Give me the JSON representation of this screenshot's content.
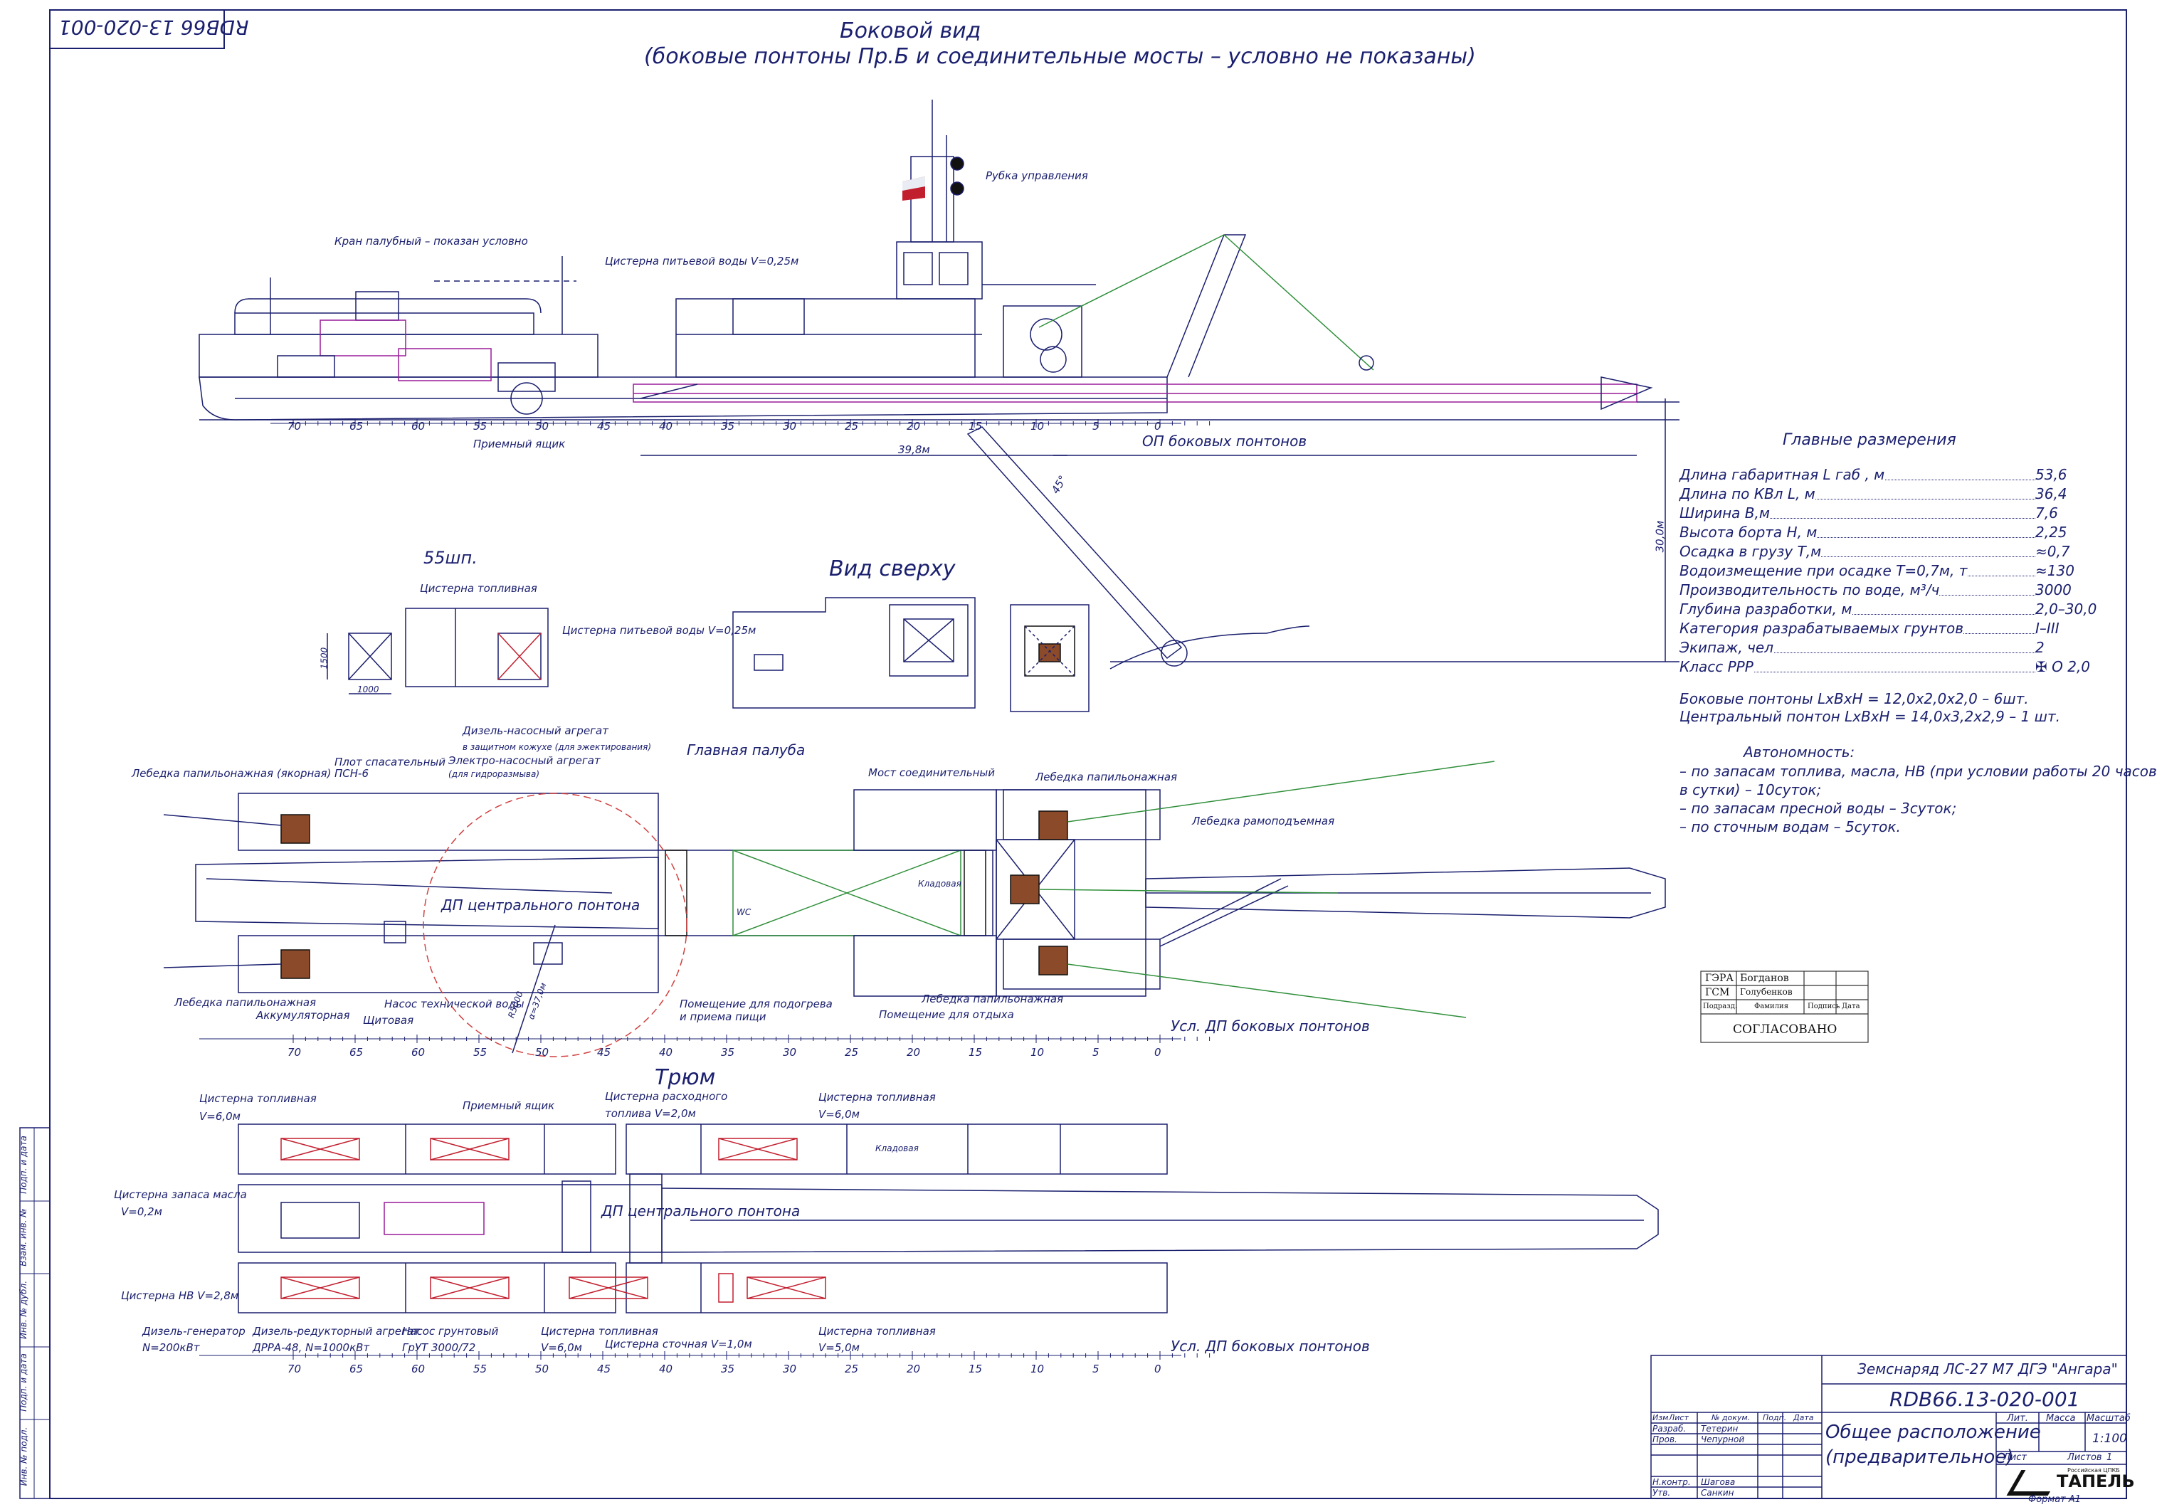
{
  "doc_code_rotated": "RDB66 13-020-001",
  "side_view": {
    "title": "Боковой вид",
    "subtitle": "(боковые понтоны Пр.Б и соединительные мосты – условно не показаны)",
    "labels": {
      "crane": "Кран палубный – показан условно",
      "water_tank": "Цистерна питьевой воды V=0,25м",
      "wheelhouse": "Рубка управления",
      "intake_box": "Приемный ящик",
      "dp_line": "ОП боковых понтонов",
      "len_39": "39,8м",
      "angle": "45°",
      "depth_30": "30,0м"
    },
    "scale_ticks": [
      "70",
      "65",
      "60",
      "55",
      "50",
      "45",
      "40",
      "35",
      "30",
      "25",
      "20",
      "15",
      "10",
      "5",
      "0"
    ]
  },
  "section_55": {
    "title": "55шп.",
    "tank": "Цистерна топливная",
    "dim_1500": "1500",
    "dim_1000": "1000"
  },
  "top_view": {
    "title": "Вид сверху",
    "water_tank": "Цистерна питьевой воды V=0,25м"
  },
  "main_deck": {
    "title": "Главная палуба",
    "labels": {
      "winch_anchor": "Лебедка папильонажная (якорная)",
      "raft": "Плот спасательный",
      "raft_model": "ПСН-6",
      "diesel_pump": "Дизель-насосный агрегат",
      "diesel_pump_note": "в защитном кожухе (для эжектирования)",
      "electro_pump": "Электро-насосный агрегат",
      "electro_pump_note": "(для гидроразмыва)",
      "bridge": "Мост соединительный",
      "winch_right_top": "Лебедка папильонажная",
      "winch_ram": "Лебедка рамоподъемная",
      "dp_central": "ДП центрального понтона",
      "pantry": "Кладовая",
      "wc": "WC",
      "winch_left_bottom": "Лебедка папильонажная",
      "battery": "Аккумуляторная",
      "switchboard": "Щитовая",
      "tech_pump": "Насос технической воды",
      "room_heat": "Помещение для подогрева",
      "room_heat2": "и приема пищи",
      "room_rest": "Помещение для отдыха",
      "winch_right_bottom": "Лебедка папильонажная",
      "r_label": "R5000",
      "r_label2": "α=37,0м",
      "dp_line": "Усл. ДП боковых понтонов"
    }
  },
  "hold": {
    "title": "Трюм",
    "labels": {
      "fuel_tank_l": "Цистерна топливная",
      "fuel_tank_l_v": "V=6,0м",
      "intake": "Приемный ящик",
      "consumable": "Цистерна расходного",
      "consumable_v": "топлива V=2,0м",
      "fuel_tank_r": "Цистерна топливная",
      "fuel_tank_r_v": "V=6,0м",
      "pantry": "Кладовая",
      "oil_tank": "Цистерна запаса масла",
      "oil_tank_v": "V=0,2м",
      "dp_central": "ДП центрального понтона",
      "nv_tank": "Цистерна НВ V=2,8м",
      "generator": "Дизель-генератор",
      "generator_p": "N=200кВт",
      "reducer": "Дизель-редукторный агрегат",
      "reducer_p": "ДРРА-48, N=1000кВт",
      "ground_pump": "Насос грунтовый",
      "ground_pump_m": "ГрУТ 3000/72",
      "fuel_bl": "Цистерна топливная",
      "fuel_bl_v": "V=6,0м",
      "sewage": "Цистерна сточная V=1,0м",
      "fuel_br": "Цистерна топливная",
      "fuel_br_v": "V=5,0м",
      "dp_line": "Усл. ДП боковых понтонов"
    }
  },
  "main_dims": {
    "title": "Главные размерения",
    "rows": [
      {
        "name": "Длина габаритная L габ , м",
        "value": "53,6"
      },
      {
        "name": "Длина по КВл L, м",
        "value": "36,4"
      },
      {
        "name": "Ширина В,м",
        "value": "7,6"
      },
      {
        "name": "Высота борта Н, м",
        "value": "2,25"
      },
      {
        "name": "Осадка в грузу Т,м",
        "value": "≈0,7"
      },
      {
        "name": "Водоизмещение при осадке Т=0,7м, т",
        "value": "≈130"
      },
      {
        "name": "Производительность по воде, м³/ч",
        "value": "3000"
      },
      {
        "name": "Глубина разработки, м",
        "value": "2,0–30,0"
      },
      {
        "name": "Категория разрабатываемых грунтов",
        "value": "I–III"
      },
      {
        "name": "Экипаж, чел",
        "value": "2"
      },
      {
        "name": "Класс РРР",
        "value": "✠ О 2,0"
      }
    ],
    "pontoons_side": "Боковые понтоны LxBxH = 12,0x2,0x2,0 – 6шт.",
    "pontoon_central": "Центральный понтон LxBxH = 14,0x3,2x2,9 – 1 шт.",
    "autonomy_title": "Автономность:",
    "autonomy": [
      "– по запасам топлива, масла, НВ  (при условии работы 20 часов",
      "в сутки) – 10суток;",
      "– по запасам пресной воды – 3суток;",
      "– по сточным водам – 5суток."
    ]
  },
  "approval": {
    "org1": "ГЭРА",
    "org2": "ГСМ",
    "name1": "Богданов",
    "name2": "Голубенков",
    "col_div": "Подразд.",
    "col_name": "Фамилия",
    "col_sign": "Подпись",
    "col_date": "Дата",
    "agreed": "СОГЛАСОВАНО"
  },
  "title_block": {
    "project": "Земснаряд ЛС-27 М7 ДГЭ \"Ангара\"",
    "code": "RDB66.13-020-001",
    "name_line1": "Общее расположение",
    "name_line2": "(предварительное)",
    "head": [
      "Изм",
      "Лист",
      "№ докум.",
      "Подп.",
      "Дата"
    ],
    "role_dev": "Разраб.",
    "dev": "Тетерин",
    "role_chk": "Пров.",
    "chk": "Чепурной",
    "role_nk": "Н.контр.",
    "nk": "Шагова",
    "role_app": "Утв.",
    "app": "Санкин",
    "lit": "Лит.",
    "mass": "Масса",
    "scale_h": "Масштаб",
    "scale": "1:100",
    "sheet": "Лист",
    "sheets": "Листов",
    "sheets_n": "1",
    "logo": "ТАПЕЛЬ",
    "logo_sub": "Российская ЦПКБ",
    "format": "Формат    А1"
  },
  "side_stamps": [
    "Подп. и дата",
    "Взам. инв. №",
    "Инв. № дубл.",
    "Подп. и дата",
    "Инв. № подл."
  ],
  "colors": {
    "line": "#1a1f6e",
    "pipe": "#9a1c9a",
    "cable": "#2f8f3a",
    "hatch": "#c21f2e",
    "red": "#d04040"
  }
}
